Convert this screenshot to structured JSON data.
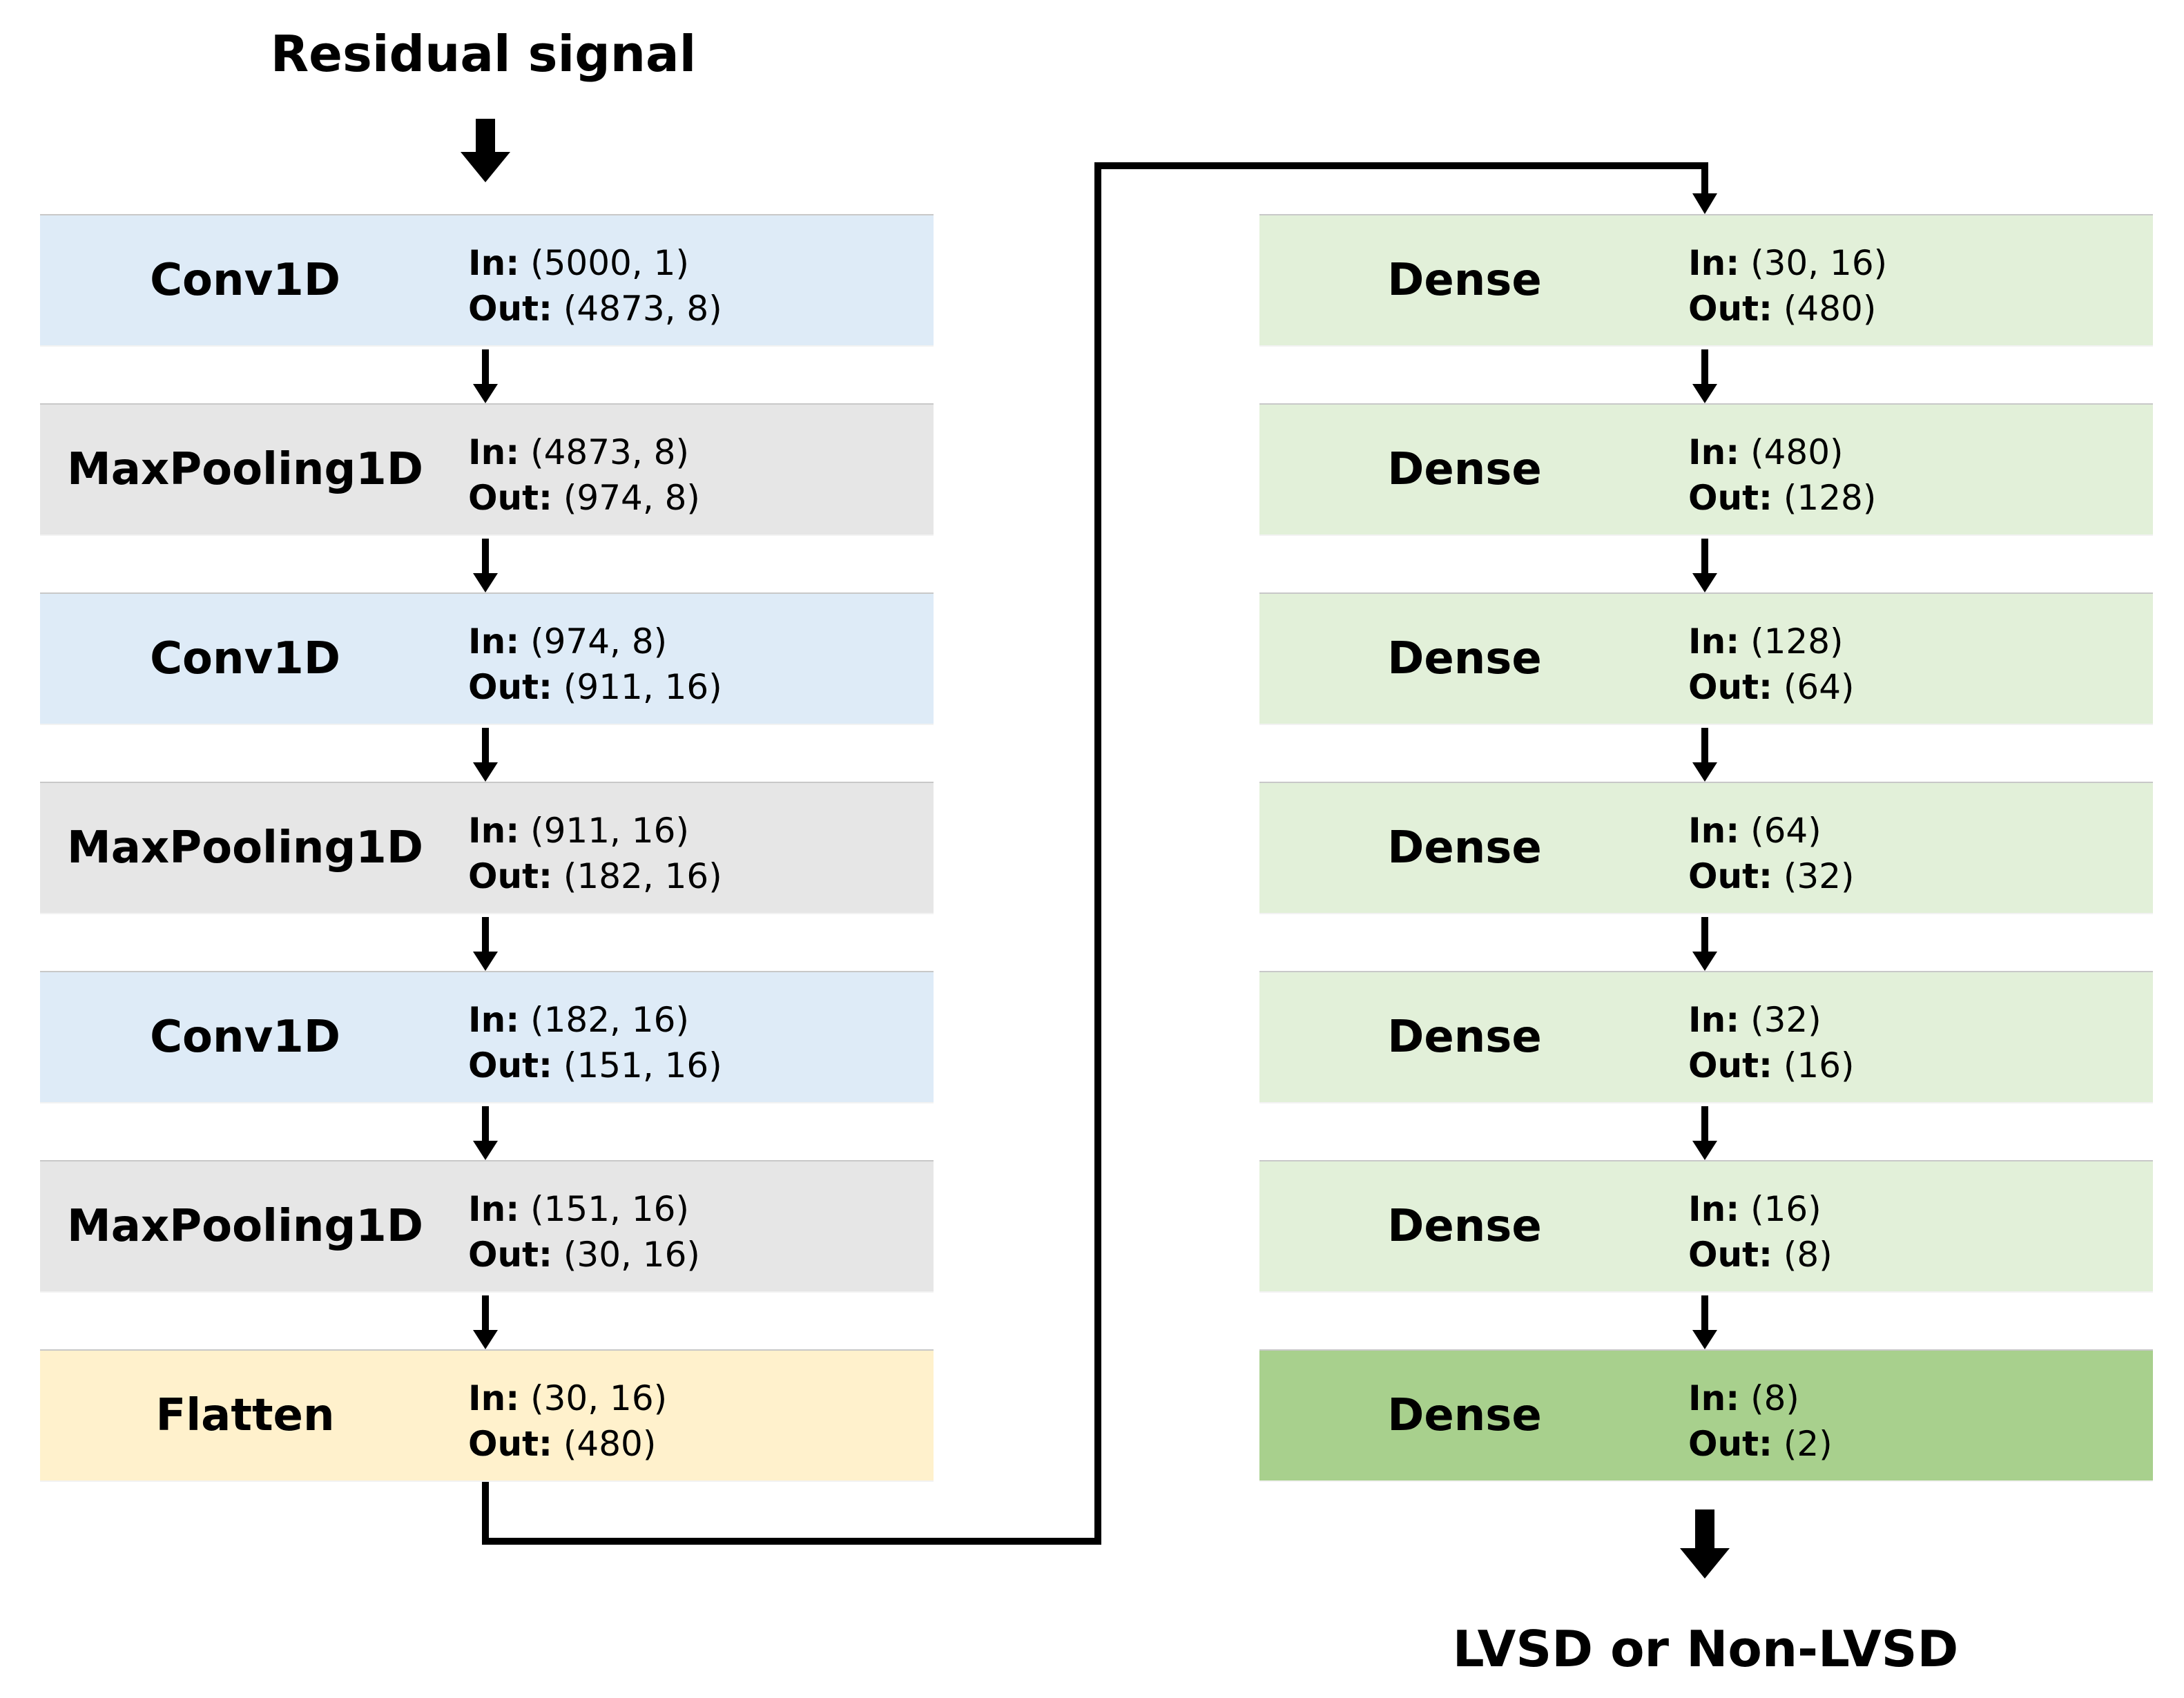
{
  "input_title": "Residual signal",
  "output_title": "LVSD or Non-LVSD",
  "io_labels": {
    "in": "In:",
    "out": "Out:"
  },
  "colors": {
    "conv": "#deebf7",
    "pool": "#e6e6e6",
    "flatten": "#fff1cc",
    "dense": "#e2f0d9",
    "dense_output": "#a8d08d",
    "arrow": "#000000"
  },
  "left_column": [
    {
      "name": "Conv1D",
      "kind": "conv",
      "in": "(5000, 1)",
      "out": "(4873, 8)"
    },
    {
      "name": "MaxPooling1D",
      "kind": "pool",
      "in": "(4873, 8)",
      "out": "(974, 8)"
    },
    {
      "name": "Conv1D",
      "kind": "conv",
      "in": "(974, 8)",
      "out": "(911, 16)"
    },
    {
      "name": "MaxPooling1D",
      "kind": "pool",
      "in": "(911, 16)",
      "out": "(182, 16)"
    },
    {
      "name": "Conv1D",
      "kind": "conv",
      "in": "(182, 16)",
      "out": "(151, 16)"
    },
    {
      "name": "MaxPooling1D",
      "kind": "pool",
      "in": "(151, 16)",
      "out": "(30, 16)"
    },
    {
      "name": "Flatten",
      "kind": "flatten",
      "in": "(30, 16)",
      "out": "(480)"
    }
  ],
  "right_column": [
    {
      "name": "Dense",
      "kind": "dense",
      "in": "(30, 16)",
      "out": "(480)"
    },
    {
      "name": "Dense",
      "kind": "dense",
      "in": "(480)",
      "out": "(128)"
    },
    {
      "name": "Dense",
      "kind": "dense",
      "in": "(128)",
      "out": "(64)"
    },
    {
      "name": "Dense",
      "kind": "dense",
      "in": "(64)",
      "out": "(32)"
    },
    {
      "name": "Dense",
      "kind": "dense",
      "in": "(32)",
      "out": "(16)"
    },
    {
      "name": "Dense",
      "kind": "dense",
      "in": "(16)",
      "out": "(8)"
    },
    {
      "name": "Dense",
      "kind": "dense_output",
      "in": "(8)",
      "out": "(2)"
    }
  ]
}
